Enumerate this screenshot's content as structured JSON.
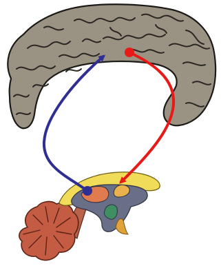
{
  "diagram": {
    "colors": {
      "background": "#ffffff",
      "cortex_fill": "#9a9384",
      "cortex_outline": "#1c1a17",
      "sulci": "#2a2622",
      "cerebellum": "#c45c43",
      "cerebellum_outline": "#5a2217",
      "brainstem": "#b8644c",
      "outer_nucleus": "#f0dc58",
      "outer_nucleus_outline": "#6b5e12",
      "core": "#6a6f88",
      "core_outline": "#2e3043",
      "nucleus_left": "#e07a4f",
      "nucleus_right": "#e9b24d",
      "nucleus_bottom": "#3f8f62",
      "orange_stalk": "#e0a23a",
      "pathway_up": "#2f2f93",
      "pathway_down": "#e81a17"
    },
    "pathways": [
      {
        "id": "ascending",
        "color_key": "pathway_up",
        "direction": "subcortical-to-cortex"
      },
      {
        "id": "descending",
        "color_key": "pathway_down",
        "direction": "cortex-to-subcortical"
      }
    ]
  }
}
